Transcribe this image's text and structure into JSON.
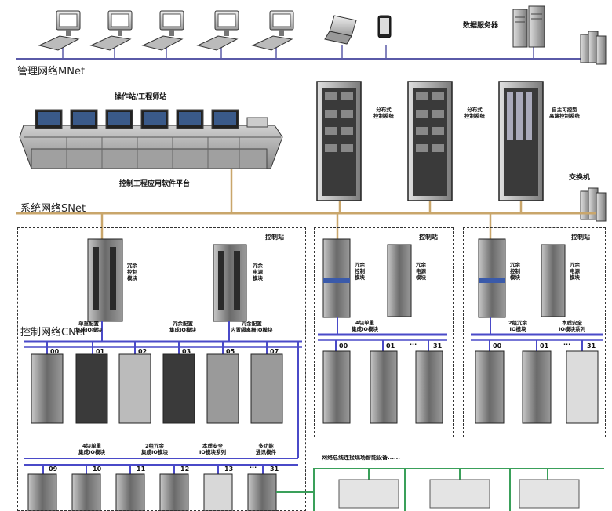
{
  "networks": {
    "mnet": "管理网络MNet",
    "snet": "系统网络SNet",
    "cnet": "控制网络CNet"
  },
  "top": {
    "data_server": "数据服务器",
    "switch_top": "",
    "switch_bottom": "交换机"
  },
  "operator": {
    "title": "操作站/工程师站",
    "platform": "控制工程应用软件平台"
  },
  "cabinets": [
    {
      "label": "分布式\n控制系统"
    },
    {
      "label": "分布式\n控制系统"
    },
    {
      "label": "自主可控型\n高端控制系统"
    }
  ],
  "stations": {
    "left": {
      "title": "控制站",
      "controller": "冗余\n控制\n模块",
      "power": "冗余\n电源\n模块",
      "groups_row1": [
        {
          "label": "单重配置\n集成IO模块"
        },
        {
          "label": "冗余配置\n集成IO模块"
        },
        {
          "label": "冗余配置\n内置隔离栅IO模块"
        }
      ],
      "slots_row1": [
        "00",
        "01",
        "02",
        "03",
        "05",
        "07"
      ],
      "groups_row2": [
        {
          "label": "4块单重\n集成IO模块"
        },
        {
          "label": "2组冗余\n集成IO模块"
        },
        {
          "label": "本质安全\nIO模块系列"
        },
        {
          "label": "多功能\n通讯模件"
        }
      ],
      "slots_row2": [
        "09",
        "10",
        "11",
        "12",
        "13",
        "...",
        "31"
      ]
    },
    "mid": {
      "title": "控制站",
      "controller": "冗余\n控制\n模块",
      "power": "冗余\n电源\n模块",
      "group": "4块单重\n集成IO模块",
      "slots": [
        "00",
        "01",
        "...",
        "31"
      ]
    },
    "right": {
      "title": "控制站",
      "controller": "冗余\n控制\n模块",
      "power": "冗余\n电源\n模块",
      "group_a": "2组冗余\nIO模块",
      "group_b": "本质安全\nIO模块系列",
      "slots": [
        "00",
        "01",
        "...",
        "31"
      ]
    }
  },
  "fieldbus": {
    "label": "网络总线连接现场智能设备......"
  },
  "colors": {
    "mnet": "#5a5aa8",
    "snet": "#c9a66b",
    "cnet": "#4a4ac8",
    "fieldbus": "#3aa05a"
  }
}
